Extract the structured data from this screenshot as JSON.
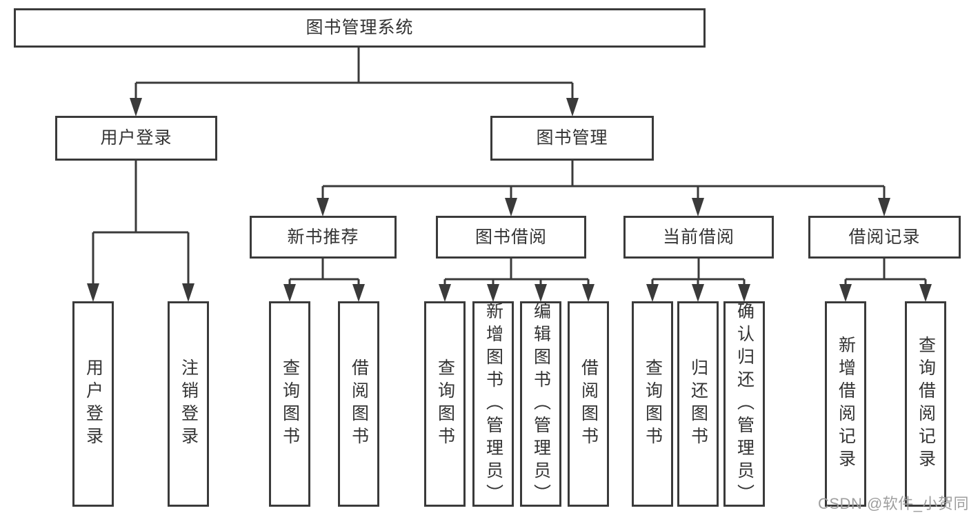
{
  "diagram": {
    "title": "图书管理系统",
    "type": "hierarchy-tree"
  },
  "palette": {
    "line_color": "#3a3a3a",
    "text_color": "#333333",
    "box_background": "#ffffff",
    "watermark_color": "#9e9e9e"
  },
  "nodes": {
    "root": "图书管理系统",
    "login": "用户登录",
    "management": "图书管理",
    "login_user": "用户登录",
    "login_logout": "注销登录",
    "new_books": "新书推荐",
    "book_borrow": "图书借阅",
    "current_borrow": "当前借阅",
    "borrow_records": "借阅记录",
    "new_query": "查询图书",
    "new_borrow": "借阅图书",
    "borrow_query": "查询图书",
    "borrow_add": "新增图书（管理员）",
    "borrow_edit": "编辑图书（管理员）",
    "borrow_borrow": "借阅图书",
    "current_query": "查询图书",
    "current_return": "归还图书",
    "current_confirm": "确认归还（管理员）",
    "record_add": "新增借阅记录",
    "record_query": "查询借阅记录"
  },
  "watermark": "CSDN @软件_小贺同学"
}
